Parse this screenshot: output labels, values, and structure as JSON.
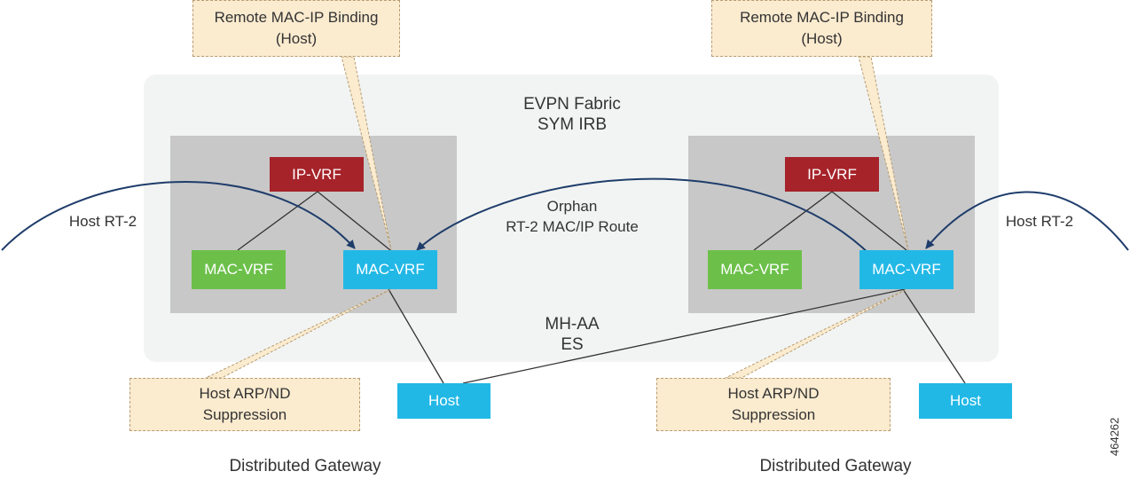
{
  "fabric": {
    "title": "EVPN Fabric\nSYM IRB",
    "segment": "MH-AA\nES"
  },
  "routers": [
    {
      "ip_vrf": "IP-VRF",
      "mac_vrf_green": "MAC-VRF",
      "mac_vrf_blue": "MAC-VRF",
      "host": "Host",
      "callout_top": "Remote MAC-IP Binding\n(Host)",
      "callout_bottom": "Host ARP/ND\nSuppression",
      "route_label": "Host RT-2",
      "caption": "Distributed Gateway"
    },
    {
      "ip_vrf": "IP-VRF",
      "mac_vrf_green": "MAC-VRF",
      "mac_vrf_blue": "MAC-VRF",
      "host": "Host",
      "callout_top": "Remote MAC-IP Binding\n(Host)",
      "callout_bottom": "Host ARP/ND\nSuppression",
      "route_label": "Host RT-2",
      "caption": "Distributed Gateway"
    }
  ],
  "orphan_route_label": "Orphan\nRT-2 MAC/IP Route",
  "figure_id": "464262",
  "colors": {
    "ip_vrf": "#a6232a",
    "mac_vrf_green": "#6cc04a",
    "mac_vrf_blue": "#22b8e6",
    "host": "#22b8e6",
    "arrow": "#1f3d6b",
    "callout": "#fbebcf"
  }
}
